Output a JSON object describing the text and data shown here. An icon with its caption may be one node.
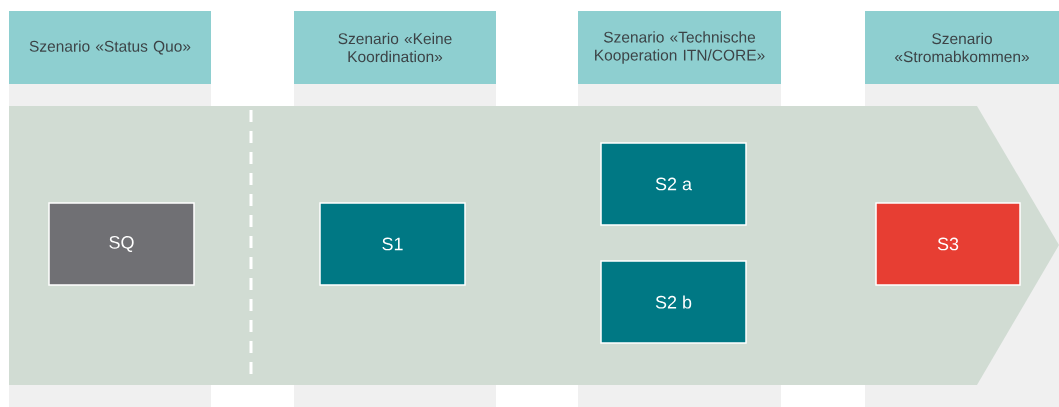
{
  "diagram": {
    "nodes": [
      {
        "text": [
          "Szenario «Status Quo»"
        ]
      },
      {
        "text": [
          "Szenario «Keine Koordination»"
        ]
      },
      {
        "text": [
          "Szenario «Technische Kooperation ITN/CORE»"
        ]
      },
      {
        "text": [
          "Szenario «Stromabkommen»"
        ]
      },
      {
        "text": [
          "SQ"
        ]
      },
      {
        "text": [
          "S1"
        ]
      },
      {
        "text": [
          "S2 a"
        ]
      },
      {
        "text": [
          "S2 b"
        ]
      },
      {
        "text": [
          "S3"
        ]
      }
    ]
  }
}
